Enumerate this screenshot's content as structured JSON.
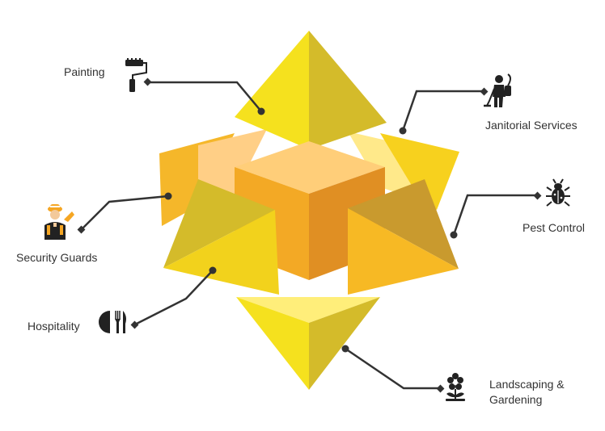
{
  "services": [
    {
      "id": "painting",
      "label": "Painting",
      "icon": "paint-roller-icon"
    },
    {
      "id": "janitorial",
      "label": "Janitorial Services",
      "icon": "vacuum-cleaner-person-icon"
    },
    {
      "id": "pest",
      "label": "Pest Control",
      "icon": "bug-icon"
    },
    {
      "id": "security",
      "label": "Security Guards",
      "icon": "security-guard-icon"
    },
    {
      "id": "hospitality",
      "label": "Hospitality",
      "icon": "plate-cutlery-icon"
    },
    {
      "id": "landscaping",
      "label_line1": "Landscaping &",
      "label_line2": "Gardening",
      "icon": "flower-icon"
    }
  ],
  "colors": {
    "yellow_bright": "#F5E11E",
    "yellow_dark": "#D4BB2A",
    "orange": "#F3A925",
    "orange_light": "#FFCE79",
    "connector": "#333333"
  }
}
